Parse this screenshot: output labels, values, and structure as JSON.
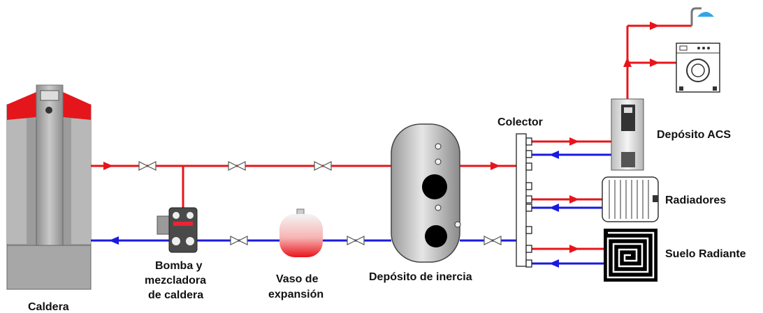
{
  "labels": {
    "caldera": "Caldera",
    "bomba_line1": "Bomba y",
    "bomba_line2": "mezcladora",
    "bomba_line3": "de caldera",
    "vaso_line1": "Vaso de",
    "vaso_line2": "expansión",
    "deposito_inercia": "Depósito de inercia",
    "colector": "Colector",
    "deposito_acs": "Depósito ACS",
    "radiadores": "Radiadores",
    "suelo_radiante": "Suelo Radiante"
  },
  "colors": {
    "supply": "#e8141a",
    "return": "#1a1ae0",
    "boiler_gray": "#a9a9a9",
    "boiler_red": "#e4161b",
    "tank_gray": "#bdbdbd",
    "shower": "#31a6e6"
  },
  "icons": [
    "boiler-icon",
    "pump-mixer-icon",
    "expansion-vessel-icon",
    "buffer-tank-icon",
    "manifold-icon",
    "dhw-tank-icon",
    "radiator-icon",
    "underfloor-heating-icon",
    "shower-icon",
    "washing-machine-icon",
    "valve-icon",
    "arrow-icon"
  ]
}
